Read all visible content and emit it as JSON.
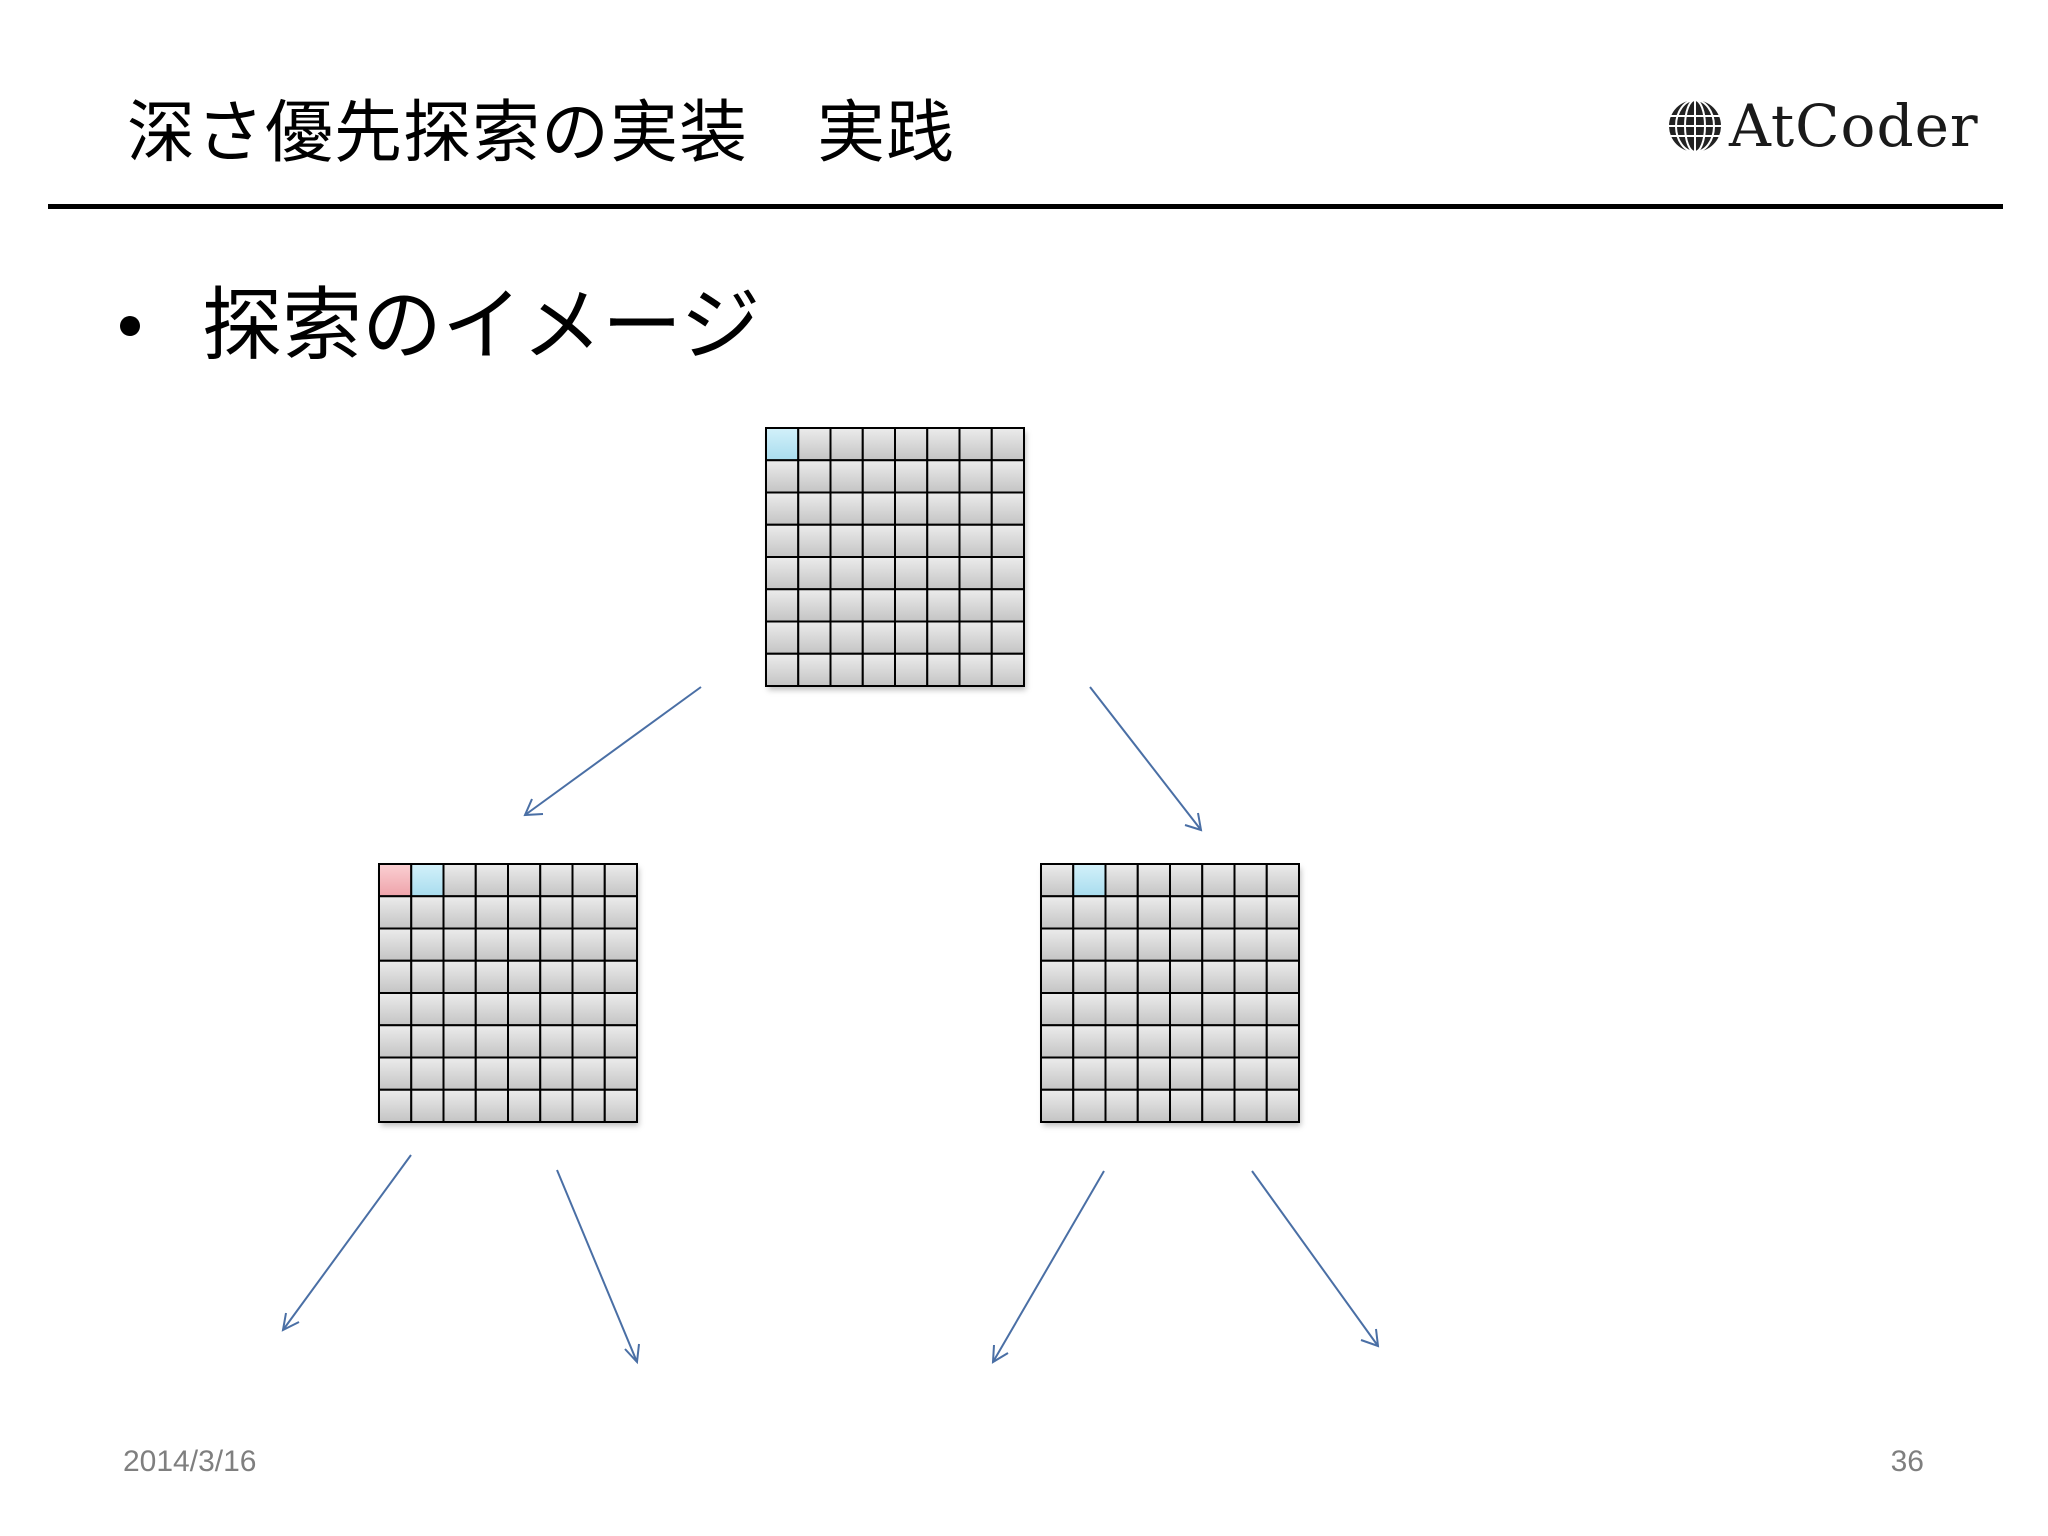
{
  "slide": {
    "title": "深さ優先探索の実装　実践",
    "bullet": "探索のイメージ",
    "date": "2014/3/16",
    "page_number": "36"
  },
  "logo": {
    "text": "AtCoder",
    "icon": "globe-icon"
  },
  "colors": {
    "cell": "#d6d6d6",
    "cell_grid": "#000000",
    "visited_current": "#b9e6f3",
    "visited_previous": "#f5b8bd",
    "arrow": "#4a6fa5"
  },
  "grids": [
    {
      "id": "root",
      "rows": 8,
      "cols": 8,
      "highlights": [
        {
          "row": 0,
          "col": 0,
          "state": "current"
        }
      ]
    },
    {
      "id": "left-child",
      "rows": 8,
      "cols": 8,
      "highlights": [
        {
          "row": 0,
          "col": 0,
          "state": "previous"
        },
        {
          "row": 0,
          "col": 1,
          "state": "current"
        }
      ]
    },
    {
      "id": "right-child",
      "rows": 8,
      "cols": 8,
      "highlights": [
        {
          "row": 0,
          "col": 1,
          "state": "current"
        }
      ]
    }
  ]
}
